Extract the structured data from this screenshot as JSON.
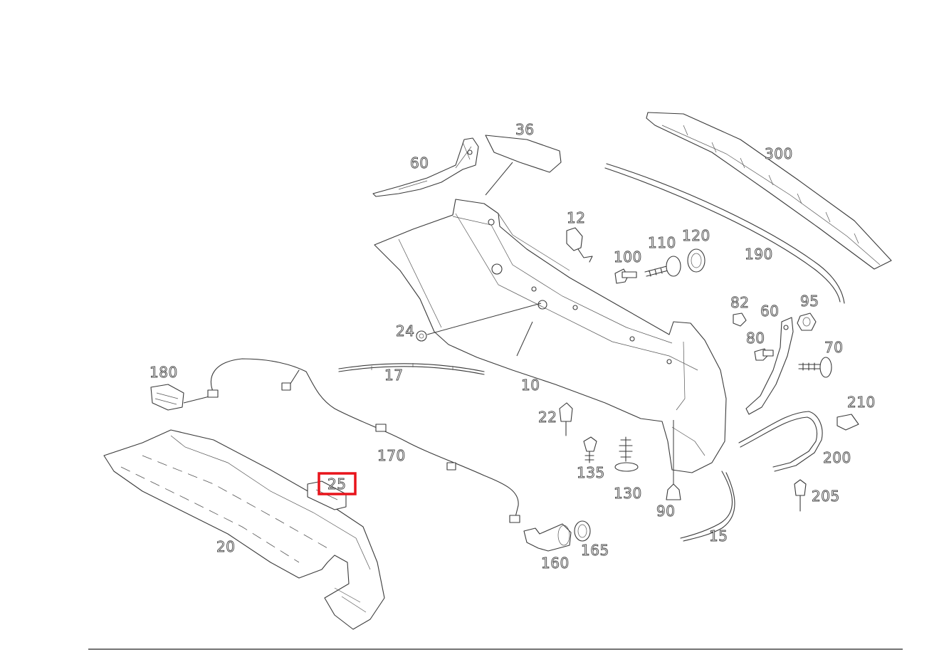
{
  "diagram": {
    "highlight_color": "#e8141b",
    "highlighted_callout": "25",
    "callouts": {
      "c10": "10",
      "c12": "12",
      "c15": "15",
      "c17": "17",
      "c20": "20",
      "c22": "22",
      "c24": "24",
      "c25": "25",
      "c36": "36",
      "c60a": "60",
      "c60b": "60",
      "c70": "70",
      "c80": "80",
      "c82": "82",
      "c90": "90",
      "c95": "95",
      "c100": "100",
      "c110": "110",
      "c120": "120",
      "c130": "130",
      "c135": "135",
      "c160": "160",
      "c165": "165",
      "c170": "170",
      "c180": "180",
      "c190": "190",
      "c200": "200",
      "c205": "205",
      "c210": "210",
      "c300": "300"
    }
  }
}
